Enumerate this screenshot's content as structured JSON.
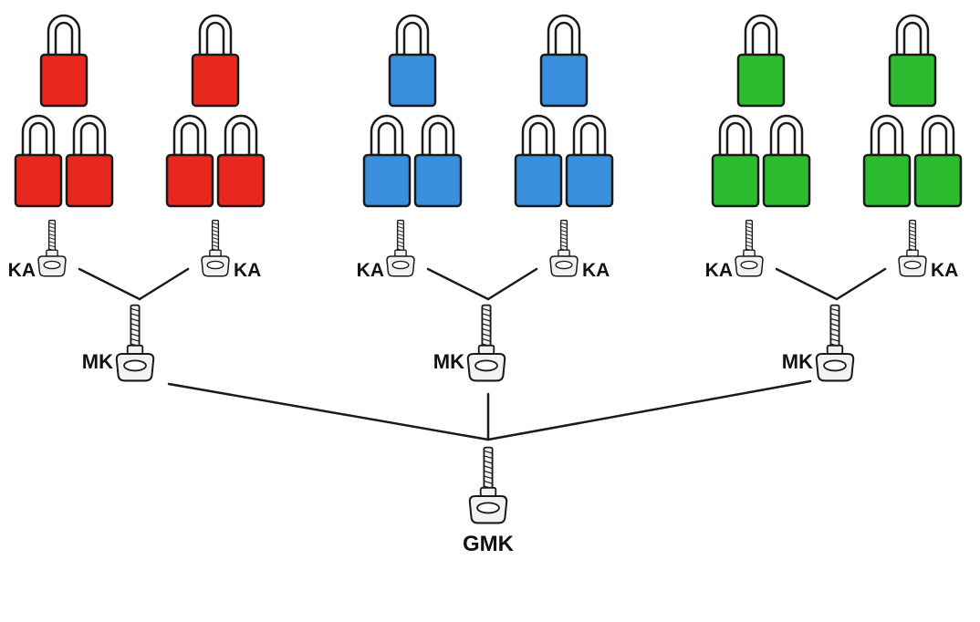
{
  "colors": {
    "red": "#e8271e",
    "blue": "#3a8fdc",
    "green": "#2dbb2f",
    "shackle": "#ffffff",
    "outline": "#1a1a1a",
    "key": "#f2f2f2",
    "line": "#1a1a1a"
  },
  "labels": {
    "keyed_alike": "KA",
    "master_key": "MK",
    "grand_master_key": "GMK"
  },
  "groups": [
    {
      "color_name": "red",
      "padlock_sets": 2,
      "padlocks_per_set": 3
    },
    {
      "color_name": "blue",
      "padlock_sets": 2,
      "padlocks_per_set": 3
    },
    {
      "color_name": "green",
      "padlock_sets": 2,
      "padlocks_per_set": 3
    }
  ]
}
